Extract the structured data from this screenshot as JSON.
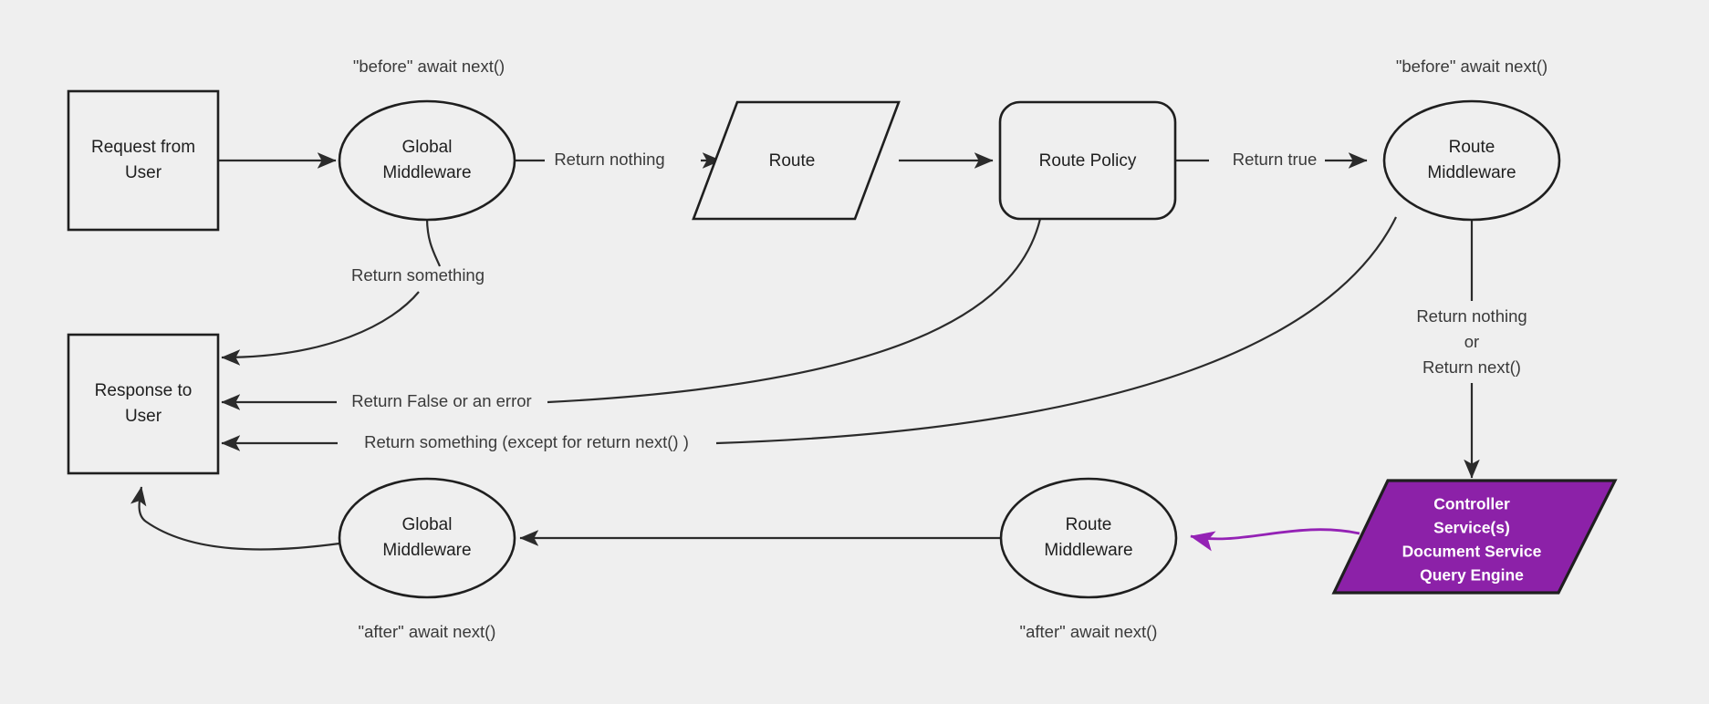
{
  "diagram": {
    "title": "Middleware request lifecycle flowchart",
    "background_color": "#efefef",
    "stroke_color": "#1f1f1f",
    "accent_color": "#8c21a8",
    "accent_edge_color": "#9422b5",
    "nodes": [
      {
        "id": "request-from-user",
        "shape": "rectangle",
        "line1": "Request from",
        "line2": "User"
      },
      {
        "id": "global-middleware-before",
        "shape": "ellipse",
        "line1": "Global",
        "line2": "Middleware"
      },
      {
        "id": "route",
        "shape": "parallelogram",
        "line1": "Route",
        "line2": ""
      },
      {
        "id": "route-policy",
        "shape": "rounded-rectangle",
        "line1": "Route Policy",
        "line2": ""
      },
      {
        "id": "route-middleware-before",
        "shape": "ellipse",
        "line1": "Route",
        "line2": "Middleware"
      },
      {
        "id": "controller-services",
        "shape": "parallelogram",
        "line1": "Controller",
        "line2": "Service(s)",
        "line3": "Document Service",
        "line4": "Query Engine"
      },
      {
        "id": "response-to-user",
        "shape": "rectangle",
        "line1": "Response to",
        "line2": "User"
      },
      {
        "id": "global-middleware-after",
        "shape": "ellipse",
        "line1": "Global",
        "line2": "Middleware"
      },
      {
        "id": "route-middleware-after",
        "shape": "ellipse",
        "line1": "Route",
        "line2": "Middleware"
      }
    ],
    "annotations": [
      {
        "id": "annot-before-global",
        "text": "\"before\" await next()"
      },
      {
        "id": "annot-before-route-mw",
        "text": "\"before\" await next()"
      },
      {
        "id": "annot-after-global",
        "text": "\"after\" await next()"
      },
      {
        "id": "annot-after-route-mw",
        "text": "\"after\" await next()"
      }
    ],
    "edge_labels": [
      {
        "id": "label-return-nothing",
        "text": "Return nothing"
      },
      {
        "id": "label-return-true",
        "text": "Return true"
      },
      {
        "id": "label-return-something",
        "text": "Return something"
      },
      {
        "id": "label-return-false-or-error",
        "text": "Return False or an error"
      },
      {
        "id": "label-return-something-except",
        "text": "Return something (except for return next() )"
      },
      {
        "id": "label-return-nothing-or-next-1",
        "text": "Return nothing"
      },
      {
        "id": "label-return-nothing-or-next-2",
        "text": "or"
      },
      {
        "id": "label-return-nothing-or-next-3",
        "text": "Return next()"
      }
    ]
  }
}
